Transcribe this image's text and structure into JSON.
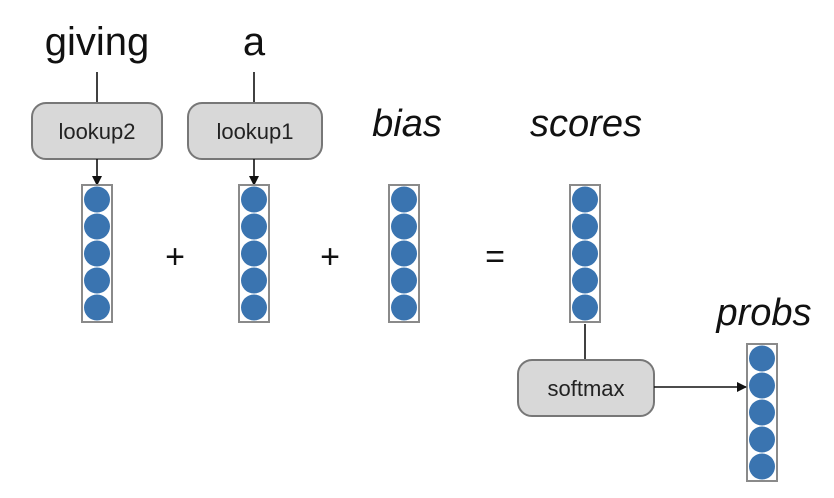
{
  "inputs": {
    "word_giving": "giving",
    "word_a": "a"
  },
  "boxes": {
    "lookup2": "lookup2",
    "lookup1": "lookup1",
    "softmax": "softmax"
  },
  "labels": {
    "bias": "bias",
    "scores": "scores",
    "probs": "probs"
  },
  "operators": {
    "plus": "+",
    "equals": "="
  },
  "vectors": {
    "size": 5,
    "circle_color": "#3a74b0",
    "frame_color": "#8a8a8a"
  }
}
